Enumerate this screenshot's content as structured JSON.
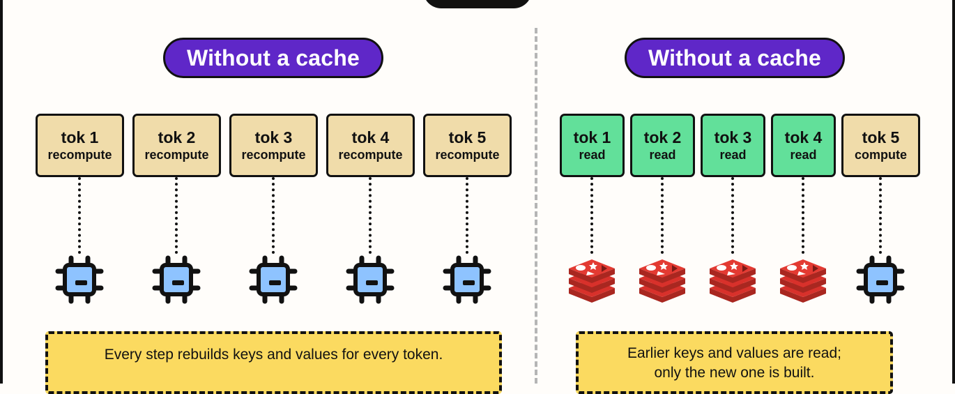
{
  "left_panel": {
    "title": "Without a cache",
    "tokens": [
      {
        "name": "tok 1",
        "action": "recompute",
        "icon": "chip-icon"
      },
      {
        "name": "tok 2",
        "action": "recompute",
        "icon": "chip-icon"
      },
      {
        "name": "tok 3",
        "action": "recompute",
        "icon": "chip-icon"
      },
      {
        "name": "tok 4",
        "action": "recompute",
        "icon": "chip-icon"
      },
      {
        "name": "tok 5",
        "action": "recompute",
        "icon": "chip-icon"
      }
    ],
    "note": "Every step rebuilds keys and values for every token."
  },
  "right_panel": {
    "title": "Without a cache",
    "tokens": [
      {
        "name": "tok 1",
        "action": "read",
        "icon": "redis-cache-icon"
      },
      {
        "name": "tok 2",
        "action": "read",
        "icon": "redis-cache-icon"
      },
      {
        "name": "tok 3",
        "action": "read",
        "icon": "redis-cache-icon"
      },
      {
        "name": "tok 4",
        "action": "read",
        "icon": "redis-cache-icon"
      },
      {
        "name": "tok 5",
        "action": "compute",
        "icon": "chip-icon"
      }
    ],
    "note_lines": [
      "Earlier keys and values are read;",
      "only the new one is built."
    ]
  },
  "colors": {
    "title_bg": "#5f27c8",
    "recompute_bg": "#f0dcaa",
    "read_bg": "#62e09a",
    "note_bg": "#fbda60",
    "chip_fill": "#8ec3ff",
    "cache_red": "#d8312b"
  }
}
